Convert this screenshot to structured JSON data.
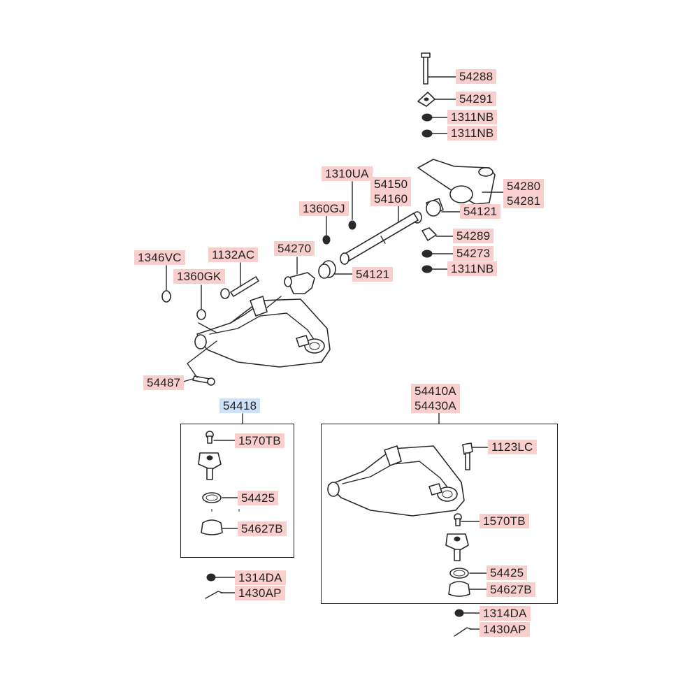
{
  "colors": {
    "label_fill": "#f8cfcc",
    "label_fill_selected": "#cfe1f7",
    "label_text": "#222222",
    "line": "#2a2a2a",
    "background": "#ffffff"
  },
  "callouts": {
    "p54288": "54288",
    "p54291": "54291",
    "p1311nb_a": "1311NB",
    "p1311nb_b": "1311NB",
    "p1310ua": "1310UA",
    "p54150": "54150",
    "p54160": "54160",
    "p54280": "54280",
    "p54281": "54281",
    "p1360gj": "1360GJ",
    "p54121_a": "54121",
    "p54289": "54289",
    "p54273": "54273",
    "p1311nb_c": "1311NB",
    "p54270": "54270",
    "p1346vc": "1346VC",
    "p1132ac": "1132AC",
    "p1360gk": "1360GK",
    "p54121_b": "54121",
    "p54487": "54487",
    "p54418": "54418",
    "p1570tb_a": "1570TB",
    "p54425_a": "54425",
    "p54627b_a": "54627B",
    "p1314da_a": "1314DA",
    "p1430ap_a": "1430AP",
    "p54410a": "54410A",
    "p54430a": "54430A",
    "p1123lc": "1123LC",
    "p1570tb_b": "1570TB",
    "p54425_b": "54425",
    "p54627b_b": "54627B",
    "p1314da_b": "1314DA",
    "p1430ap_b": "1430AP"
  }
}
